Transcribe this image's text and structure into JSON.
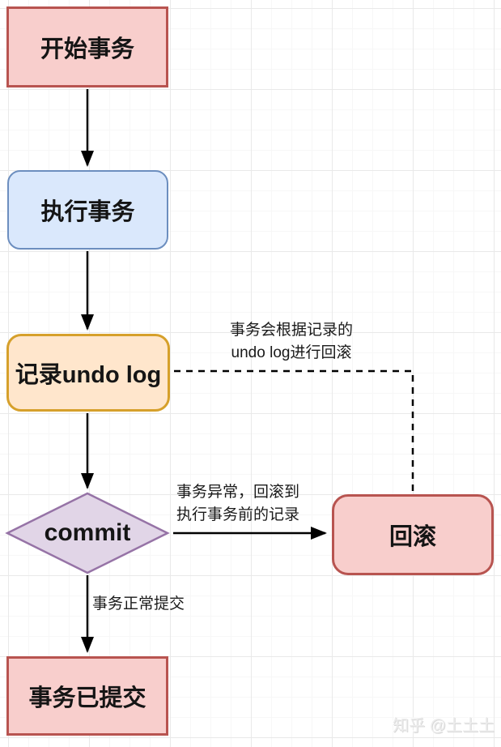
{
  "diagram": {
    "title_hint": "transaction undo log flowchart",
    "nodes": {
      "start": {
        "label": "开始事务",
        "shape": "rectangle",
        "fill": "#f8cecc",
        "stroke": "#b85450"
      },
      "execute": {
        "label": "执行事务",
        "shape": "rounded",
        "fill": "#dae8fc",
        "stroke": "#6c8ebf"
      },
      "undo": {
        "label": "记录undo log",
        "shape": "rounded",
        "fill": "#ffe6cc",
        "stroke": "#d6a02b"
      },
      "commit": {
        "label": "commit",
        "shape": "diamond",
        "fill": "#e1d5e7",
        "stroke": "#9673a6"
      },
      "rollback": {
        "label": "回滚",
        "shape": "rounded",
        "fill": "#f8cecc",
        "stroke": "#b85450"
      },
      "committed": {
        "label": "事务已提交",
        "shape": "rectangle",
        "fill": "#f8cecc",
        "stroke": "#b85450"
      }
    },
    "edge_labels": {
      "undo_rollback": {
        "line1": "事务会根据记录的",
        "line2": "undo log进行回滚"
      },
      "commit_abnormal": {
        "line1": "事务异常，回滚到",
        "line2": "执行事务前的记录"
      },
      "commit_normal": "事务正常提交"
    },
    "edge_color": "#000000"
  },
  "watermark": {
    "text": "知乎 @土土土"
  }
}
